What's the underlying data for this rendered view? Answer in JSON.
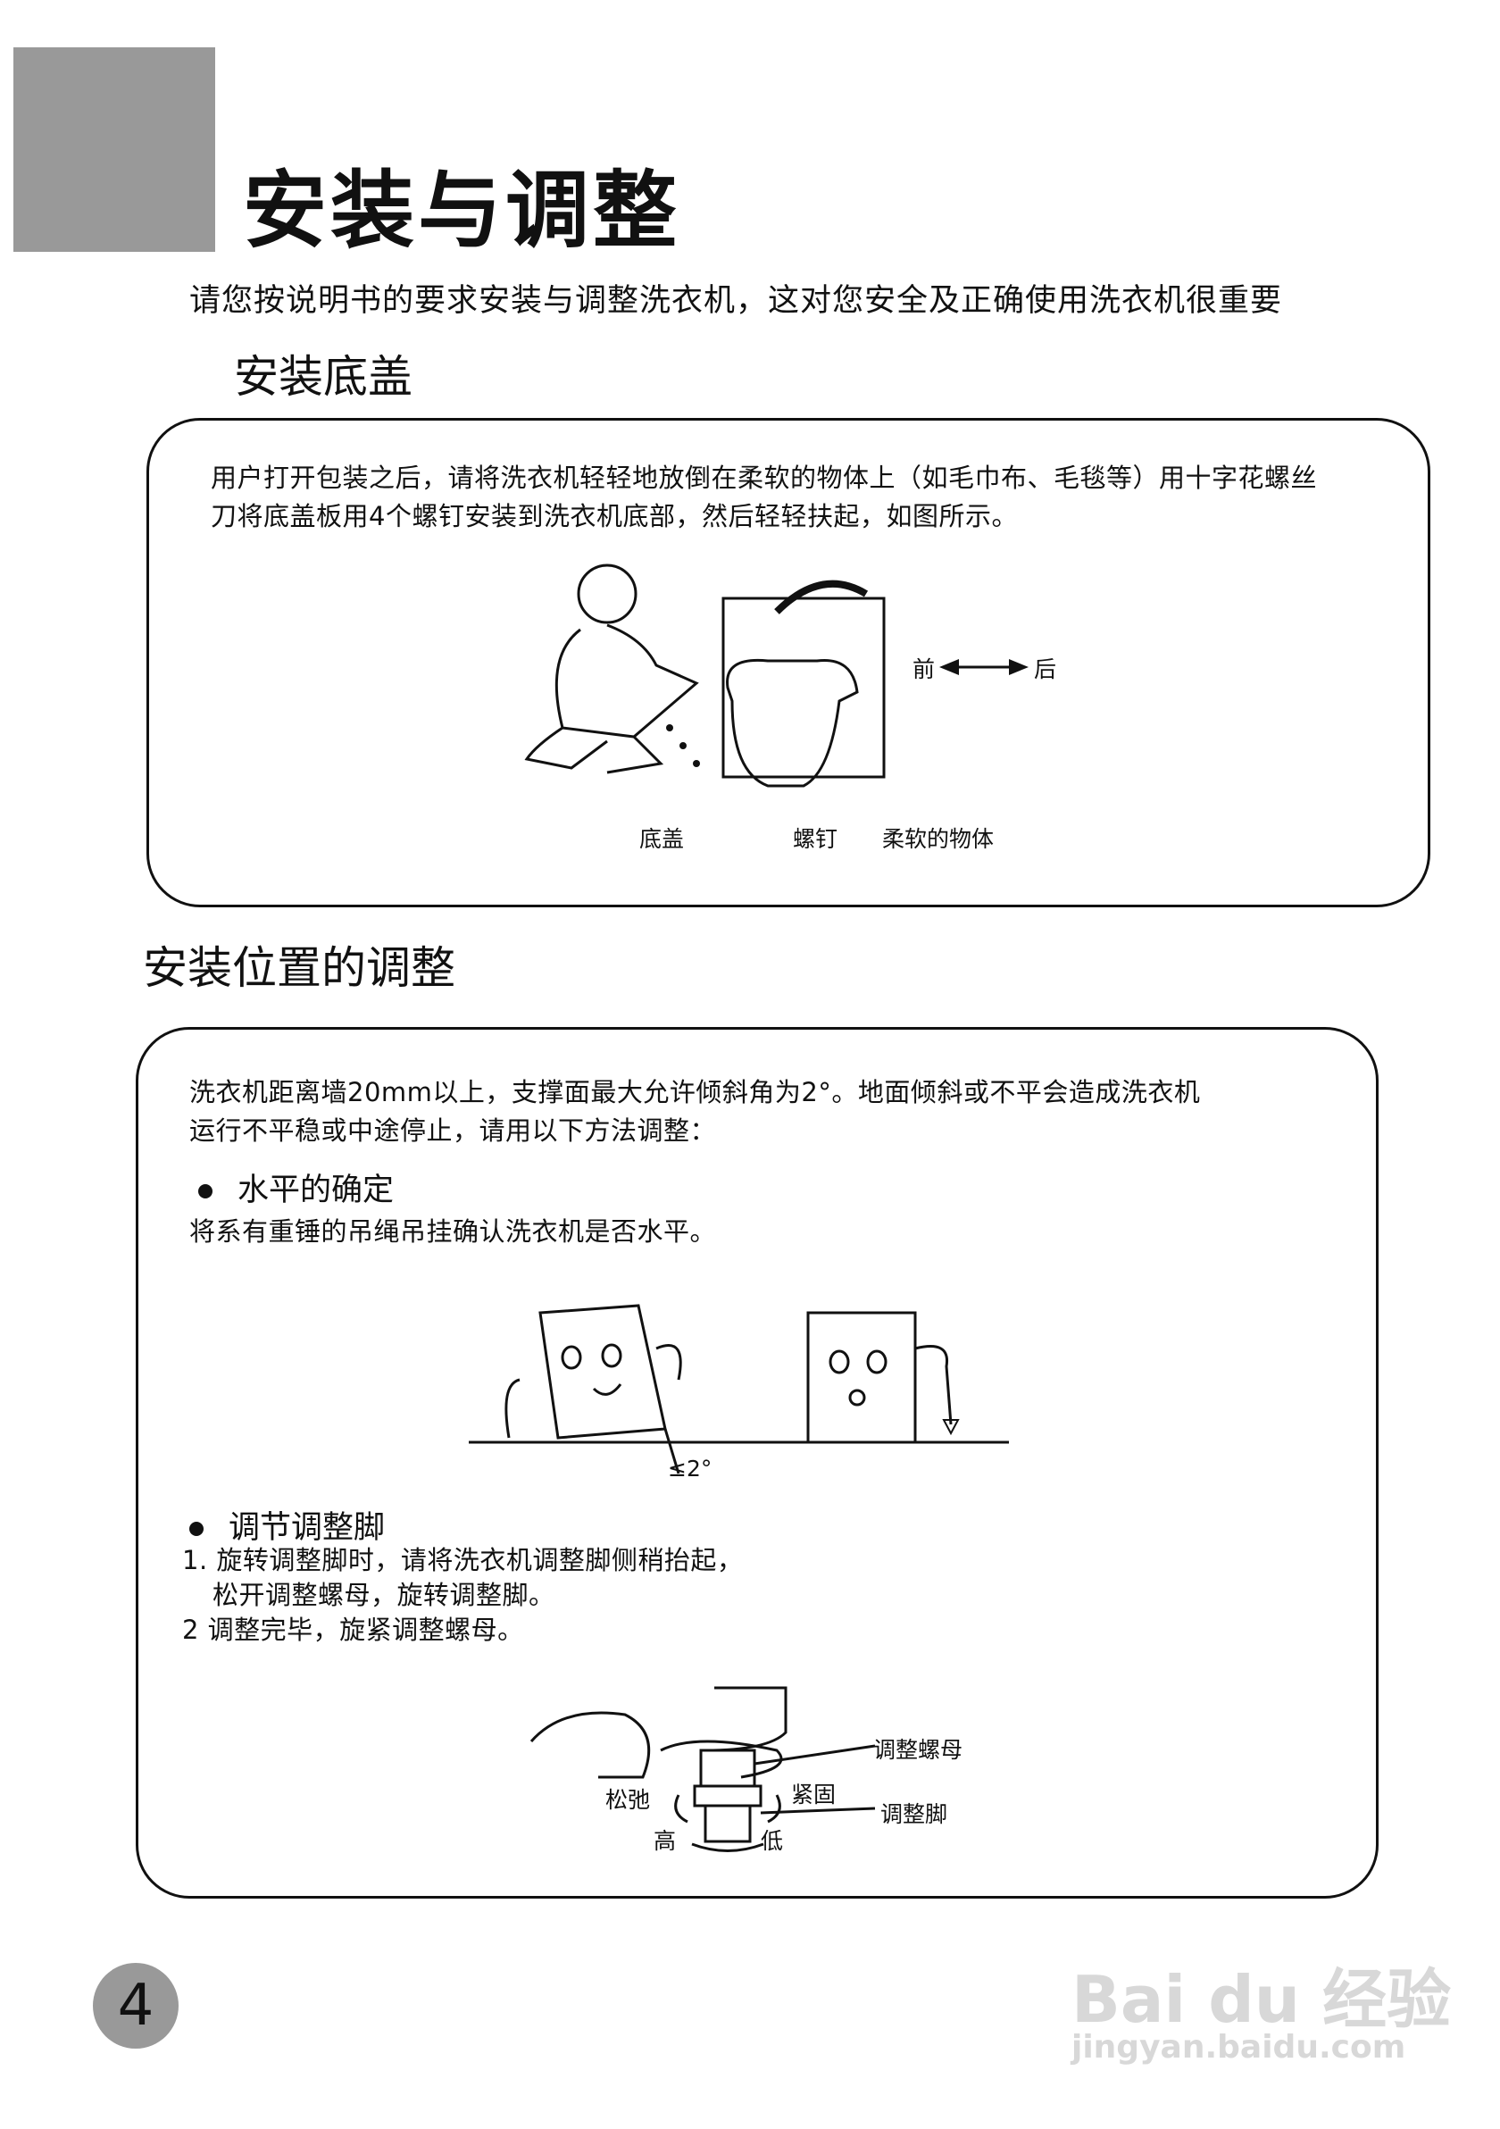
{
  "page": {
    "title": "安装与调整",
    "intro": "请您按说明书的要求安装与调整洗衣机，这对您安全及正确使用洗衣机很重要",
    "page_number": "4"
  },
  "section_base_cover": {
    "heading": "安装底盖",
    "lines": [
      "用户打开包装之后，请将洗衣机轻轻地放倒在柔软的物体上（如毛巾布、毛毯等）用十字花螺丝",
      "刀将底盖板用4个螺钉安装到洗衣机底部，然后轻轻扶起，如图所示。"
    ],
    "figure_labels": {
      "front": "前",
      "back": "后",
      "base_cover": "底盖",
      "screw": "螺钉",
      "soft_object": "柔软的物体"
    }
  },
  "section_position": {
    "heading": "安装位置的调整",
    "lines": [
      "洗衣机距离墙20mm以上，支撑面最大允许倾斜角为2°。地面倾斜或不平会造成洗衣机",
      "运行不平稳或中途停止，请用以下方法调整："
    ],
    "level": {
      "bullet": "水平的确定",
      "text": "将系有重锤的吊绳吊挂确认洗衣机是否水平。",
      "angle_label": "≤2°"
    },
    "feet": {
      "bullet": "调节调整脚",
      "steps": [
        "1. 旋转调整脚时，请将洗衣机调整脚侧稍抬起，",
        "松开调整螺母，旋转调整脚。",
        "2  调整完毕，旋紧调整螺母。"
      ],
      "labels": {
        "nut": "调整螺母",
        "tighten": "紧固",
        "foot": "调整脚",
        "loosen": "松弛",
        "high": "高",
        "low": "低"
      }
    }
  },
  "watermark": {
    "brand": "Bai du 经验",
    "url": "jingyan.baidu.com"
  }
}
